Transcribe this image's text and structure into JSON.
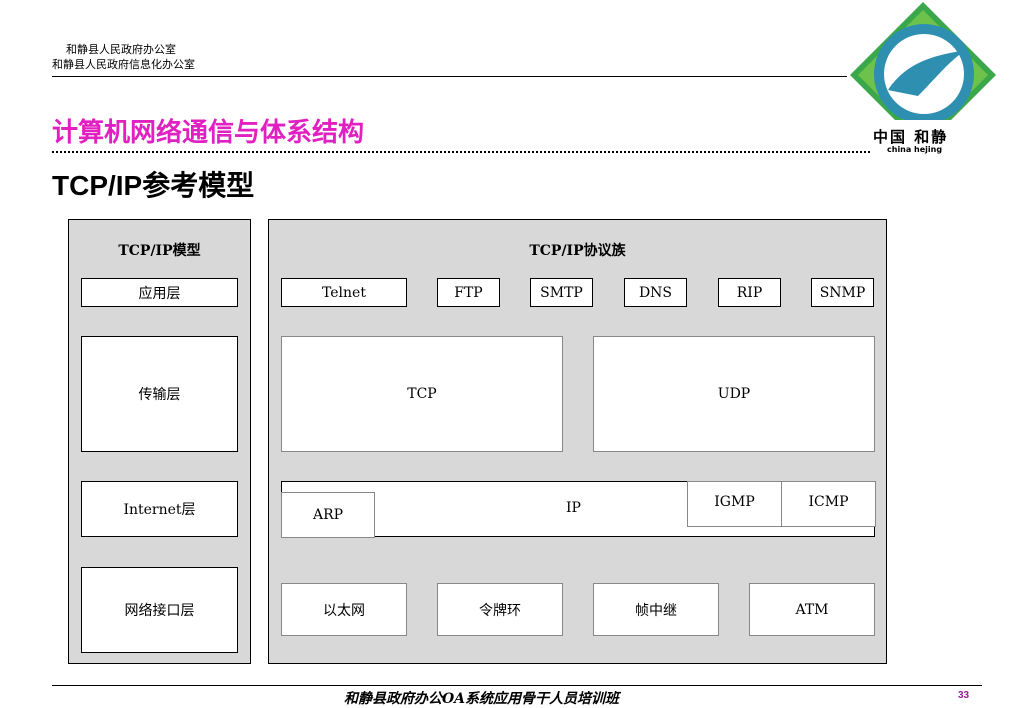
{
  "header": {
    "org_line1": "和静县人民政府办公室",
    "org_line2": "和静县人民政府信息化办公室",
    "logo_cn": "中国 和静",
    "logo_en": "china   hejing"
  },
  "title": "计算机网络通信与体系结构",
  "subtitle": "TCP/IP参考模型",
  "colors": {
    "title": "#e020c0",
    "panel": "#d8d8d8",
    "logo_green": "#2a9a3a",
    "page_num": "#9a1a9a"
  },
  "left_panel": {
    "title": "TCP/IP模型",
    "layers": [
      "应用层",
      "传输层",
      "Internet层",
      "网络接口层"
    ]
  },
  "right_panel": {
    "title": "TCP/IP协议族",
    "application": [
      "Telnet",
      "FTP",
      "SMTP",
      "DNS",
      "RIP",
      "SNMP"
    ],
    "transport": [
      "TCP",
      "UDP"
    ],
    "internet": {
      "ip": "IP",
      "arp": "ARP",
      "igmp": "IGMP",
      "icmp": "ICMP"
    },
    "network": [
      "以太网",
      "令牌环",
      "帧中继",
      "ATM"
    ]
  },
  "footer": {
    "text": "和静县政府办公OA系统应用骨干人员培训班",
    "page": "33"
  }
}
